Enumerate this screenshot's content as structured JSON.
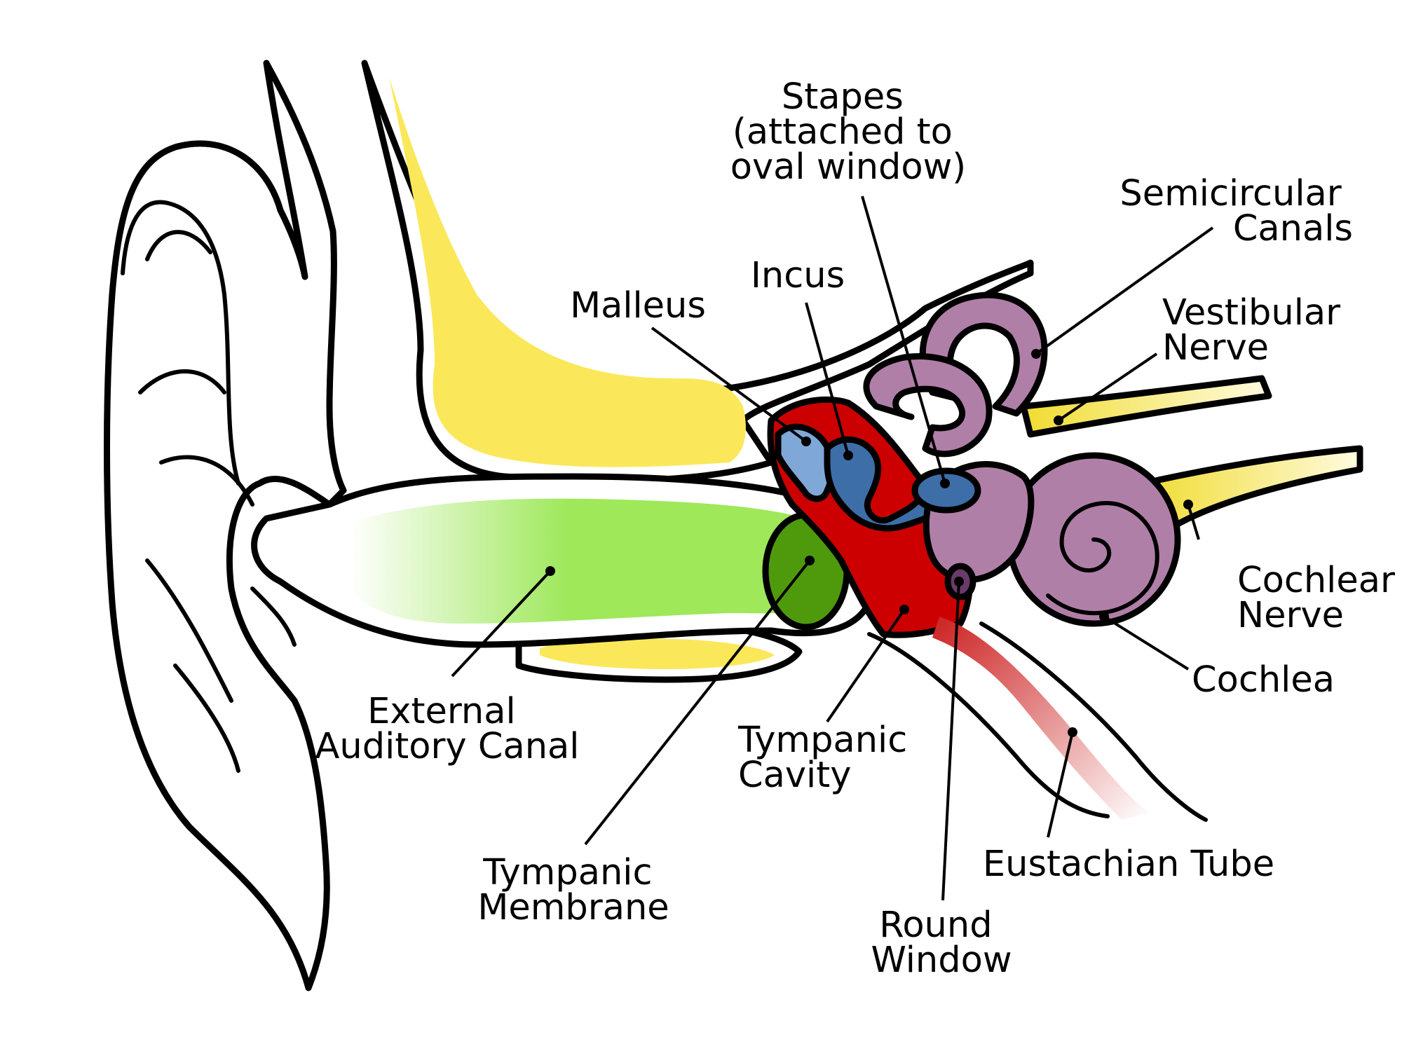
{
  "colors": {
    "auditory_canal": "#9ee85a",
    "tympanic_membrane": "#4f9a0c",
    "bone": "#fae85a",
    "tympanic_cavity": "#cc0000",
    "malleus": "#7fa8d8",
    "incus_stapes": "#3d6ea8",
    "inner_ear": "#b07fa8",
    "nerve": "#f0dc30",
    "eustachian_tube": "#d84848"
  },
  "labels": {
    "stapes": [
      "Stapes",
      "(attached to",
      "oval window)"
    ],
    "semicircular_canals": [
      "Semicircular",
      "Canals"
    ],
    "vestibular_nerve": [
      "Vestibular",
      "Nerve"
    ],
    "incus": [
      "Incus"
    ],
    "malleus": [
      "Malleus"
    ],
    "cochlear_nerve": [
      "Cochlear",
      "Nerve"
    ],
    "cochlea": [
      "Cochlea"
    ],
    "external_auditory_canal": [
      "External",
      "Auditory Canal"
    ],
    "tympanic_cavity": [
      "Tympanic",
      "Cavity"
    ],
    "tympanic_membrane": [
      "Tympanic",
      "Membrane"
    ],
    "eustachian_tube": [
      "Eustachian Tube"
    ],
    "round_window": [
      "Round",
      "Window"
    ]
  }
}
